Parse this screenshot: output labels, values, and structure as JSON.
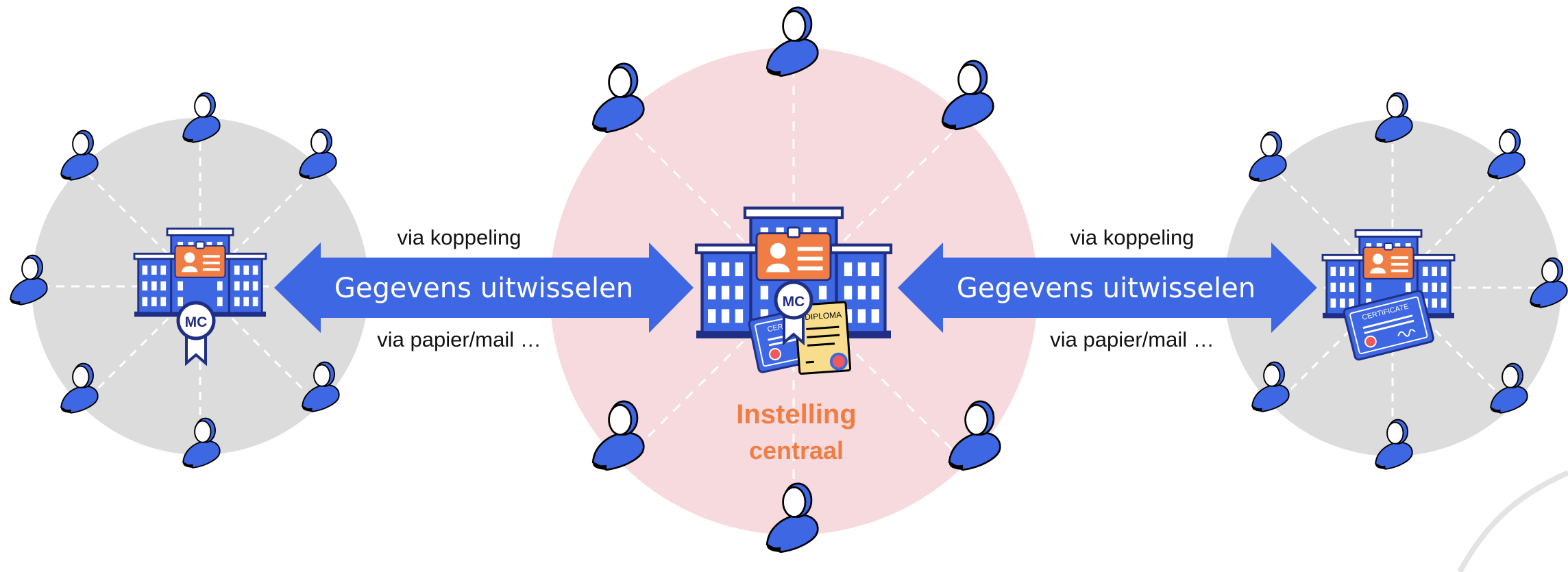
{
  "colors": {
    "blue": "#3e67e4",
    "dark_blue": "#1f2f85",
    "orange": "#ef7d44",
    "grey_disc": "#dcdcdc",
    "pink_disc": "#f6dadd",
    "cream": "#f7dd8c"
  },
  "icons": [
    "person-icon",
    "building-icon",
    "badge-icon",
    "id-card-icon",
    "certificate-icon",
    "diploma-icon"
  ],
  "left_arrow": {
    "label": "Gegevens uitwisselen",
    "above": "via koppeling",
    "below": "via papier/mail …"
  },
  "right_arrow": {
    "label": "Gegevens uitwisselen",
    "above": "via koppeling",
    "below": "via papier/mail …"
  },
  "center": {
    "title_line1": "Instelling",
    "title_line2": "centraal"
  },
  "badges": {
    "left": "MC",
    "center": "MC"
  },
  "documents": {
    "center_certificate": "CERTIFICATE",
    "center_diploma": "DIPLOMA",
    "right_certificate": "CERTIFICATE"
  }
}
